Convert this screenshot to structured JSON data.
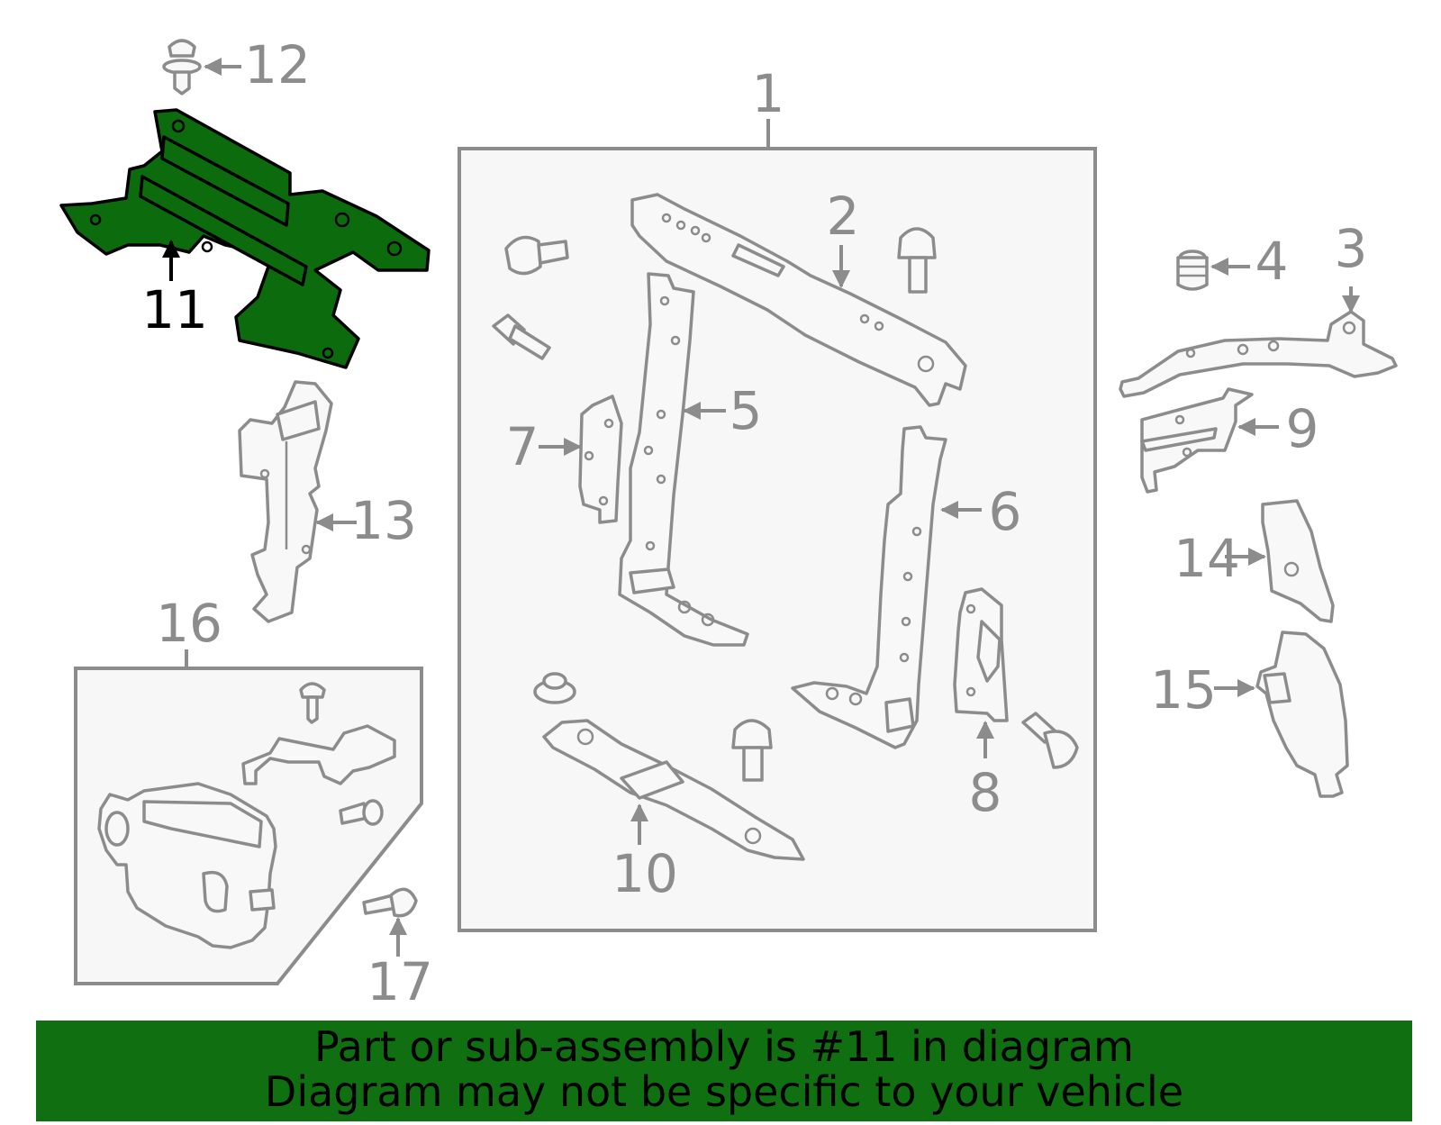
{
  "callouts": [
    "1",
    "2",
    "3",
    "4",
    "5",
    "6",
    "7",
    "8",
    "9",
    "10",
    "11",
    "12",
    "13",
    "14",
    "15",
    "16",
    "17"
  ],
  "highlighted_part": "11",
  "banner": {
    "line1": "Part or sub-assembly is #11 in diagram",
    "line2": "Diagram may not be specific to your vehicle"
  },
  "colors": {
    "highlight_fill": "#0c6b0c",
    "banner_bg": "#106f10",
    "line_gray": "#8c8c8c"
  }
}
